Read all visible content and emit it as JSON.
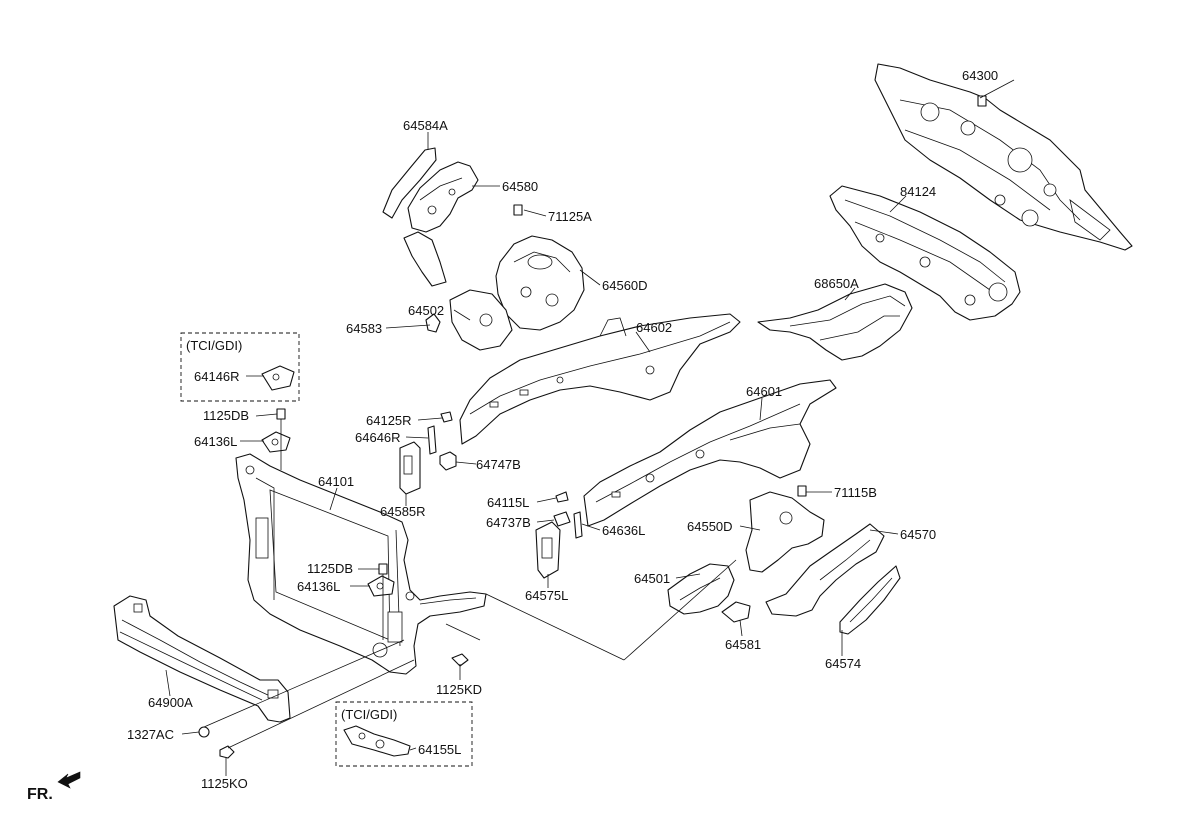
{
  "diagram": {
    "labels": {
      "p64300": "64300",
      "p84124": "84124",
      "p68650A": "68650A",
      "p64584A": "64584A",
      "p64580": "64580",
      "p71125A": "71125A",
      "p64560D": "64560D",
      "p64502": "64502",
      "p64583": "64583",
      "p64602": "64602",
      "p64601": "64601",
      "p64146R": "64146R",
      "p1125DB_1": "1125DB",
      "p64136L_1": "64136L",
      "p64125R": "64125R",
      "p64646R": "64646R",
      "p64747B": "64747B",
      "p64585R": "64585R",
      "p64101": "64101",
      "p64115L": "64115L",
      "p64737B": "64737B",
      "p64636L": "64636L",
      "p64575L": "64575L",
      "p71115B": "71115B",
      "p64550D": "64550D",
      "p64570": "64570",
      "p64501": "64501",
      "p64581": "64581",
      "p64574": "64574",
      "p1125DB_2": "1125DB",
      "p64136L_2": "64136L",
      "p1125KD": "1125KD",
      "p64900A": "64900A",
      "p1327AC": "1327AC",
      "p1125KO": "1125KO",
      "p64155L": "64155L"
    },
    "boxes": {
      "tci_gdi_top": "(TCI/GDI)",
      "tci_gdi_bottom": "(TCI/GDI)"
    },
    "front_indicator": "FR."
  }
}
